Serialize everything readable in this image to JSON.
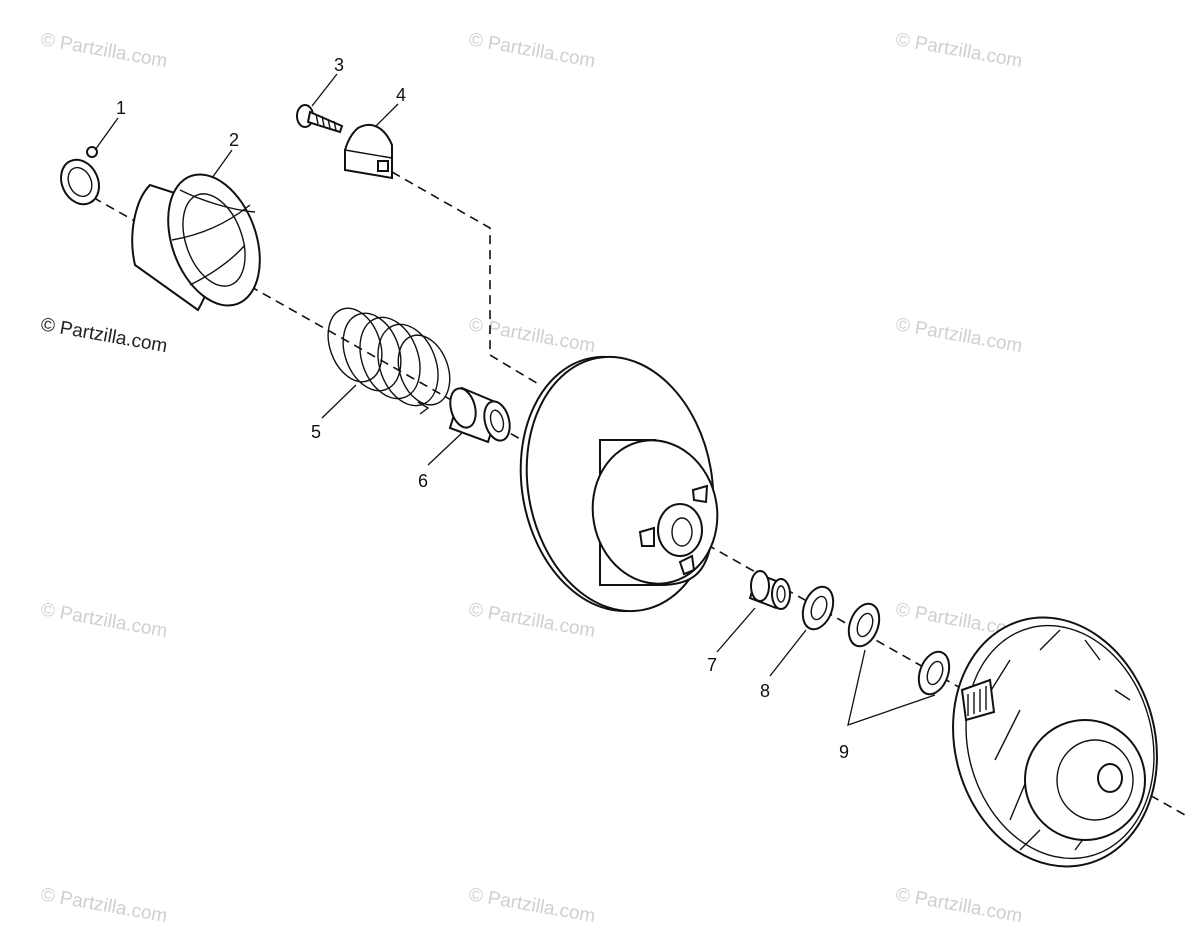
{
  "diagram": {
    "callouts": [
      {
        "id": "1",
        "label": "1",
        "part": "retaining ring"
      },
      {
        "id": "2",
        "label": "2",
        "part": "helix"
      },
      {
        "id": "3",
        "label": "3",
        "part": "screw"
      },
      {
        "id": "4",
        "label": "4",
        "part": "ramp button"
      },
      {
        "id": "5",
        "label": "5",
        "part": "spring"
      },
      {
        "id": "6",
        "label": "6",
        "part": "bushing"
      },
      {
        "id": "7",
        "label": "7",
        "part": "bushing"
      },
      {
        "id": "8",
        "label": "8",
        "part": "washer"
      },
      {
        "id": "9",
        "label": "9",
        "part": "washers"
      }
    ]
  },
  "watermarks": {
    "text": "© Partzilla.com",
    "emphasized": "© Partzilla.com"
  },
  "colors": {
    "line": "#111111",
    "watermark": "#cfcfcf",
    "background": "#ffffff"
  }
}
